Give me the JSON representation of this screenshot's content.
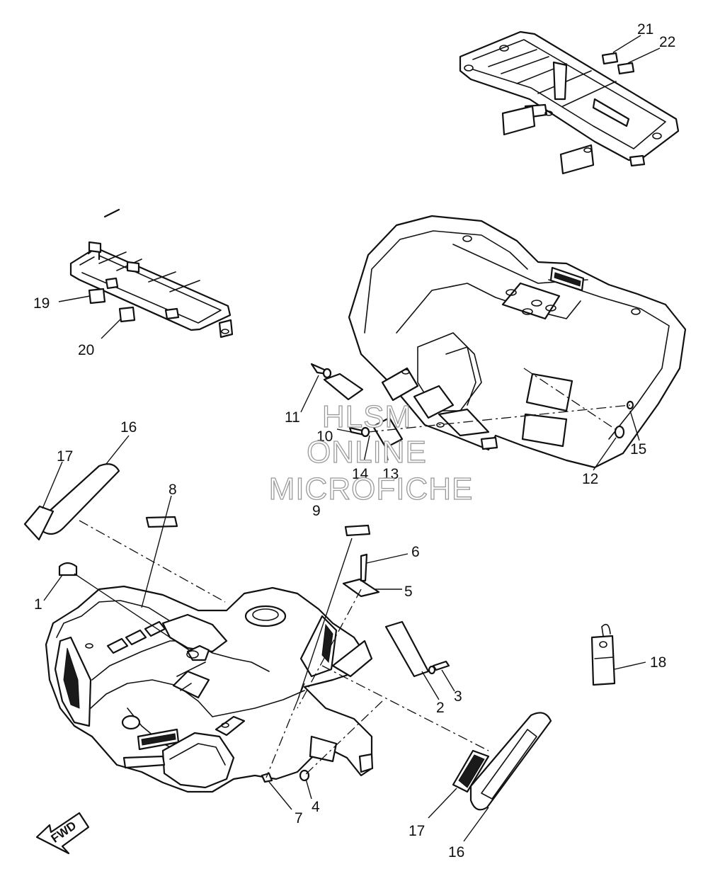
{
  "callouts": [
    {
      "id": "c1",
      "text": "1"
    },
    {
      "id": "c2",
      "text": "2"
    },
    {
      "id": "c3",
      "text": "3"
    },
    {
      "id": "c4",
      "text": "4"
    },
    {
      "id": "c5",
      "text": "5"
    },
    {
      "id": "c6",
      "text": "6"
    },
    {
      "id": "c7",
      "text": "7"
    },
    {
      "id": "c8",
      "text": "8"
    },
    {
      "id": "c9",
      "text": "9"
    },
    {
      "id": "c10",
      "text": "10"
    },
    {
      "id": "c11",
      "text": "11"
    },
    {
      "id": "c12",
      "text": "12"
    },
    {
      "id": "c13",
      "text": "13"
    },
    {
      "id": "c14",
      "text": "14"
    },
    {
      "id": "c15",
      "text": "15"
    },
    {
      "id": "c16a",
      "text": "16"
    },
    {
      "id": "c16b",
      "text": "16"
    },
    {
      "id": "c17a",
      "text": "17"
    },
    {
      "id": "c17b",
      "text": "17"
    },
    {
      "id": "c18",
      "text": "18"
    },
    {
      "id": "c19",
      "text": "19"
    },
    {
      "id": "c20",
      "text": "20"
    },
    {
      "id": "c21",
      "text": "21"
    },
    {
      "id": "c22",
      "text": "22"
    }
  ],
  "direction_arrow": {
    "label": "FWD"
  },
  "watermark": {
    "line1": "HLSM",
    "line2": "ONLINE",
    "line3": "MICROFICHE"
  }
}
